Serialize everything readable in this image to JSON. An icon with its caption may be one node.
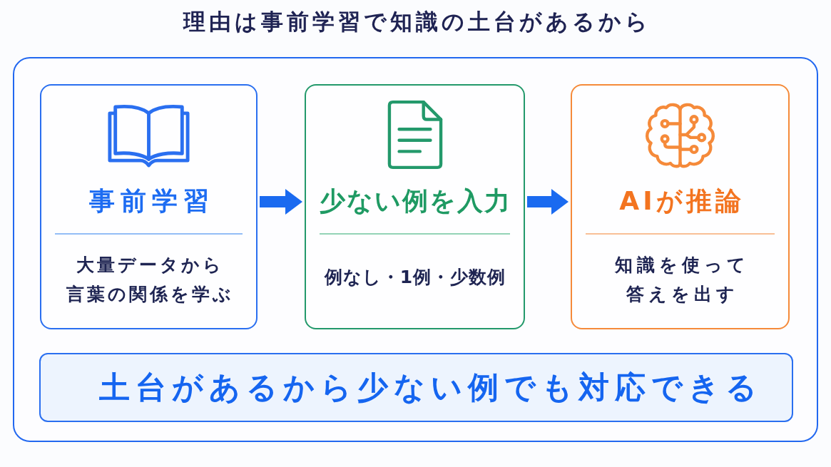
{
  "diagram": {
    "title": "理由は事前学習で知識の土台があるから",
    "nodes": [
      {
        "text": [],
        "shape": "box"
      },
      {
        "text": [
          "事前学習",
          "大量データから言葉の関係を学ぶ"
        ],
        "in": 0
      },
      {
        "text": [
          "少ない例を入力",
          "例なし・1例・少数例"
        ],
        "in": 0
      },
      {
        "text": [
          "AIが推論",
          "知識を使って答えを出す"
        ],
        "in": 0
      },
      {
        "text": [
          "土台があるから少ない例でも対応できる"
        ],
        "in": 0
      }
    ],
    "edges": [
      {
        "from": 1,
        "to": 2,
        "arrow": "to"
      },
      {
        "from": 2,
        "to": 3,
        "arrow": "to"
      }
    ]
  }
}
